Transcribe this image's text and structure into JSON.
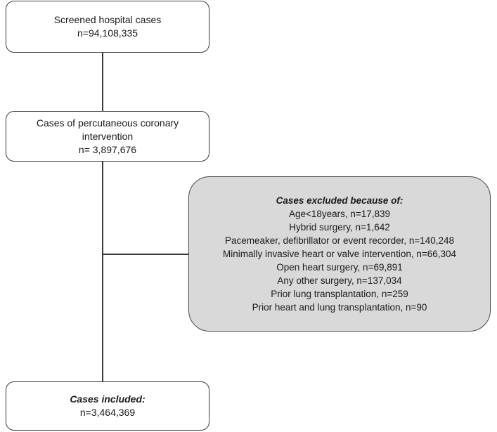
{
  "screened": {
    "title": "Screened hospital cases",
    "count": "n=94,108,335"
  },
  "pci": {
    "title_line1": "Cases of percutaneous coronary",
    "title_line2": "intervention",
    "count": "n= 3,897,676"
  },
  "excluded": {
    "heading": "Cases excluded because of:",
    "items": [
      "Age<18years, n=17,839",
      "Hybrid surgery, n=1,642",
      "Pacemeaker, defibrillator or event recorder, n=140,248",
      "Minimally invasive heart or valve intervention, n=66,304",
      "Open heart surgery, n=69,891",
      "Any other surgery, n=137,034",
      "Prior lung transplantation, n=259",
      "Prior heart and lung transplantation, n=90"
    ]
  },
  "included": {
    "heading": "Cases included:",
    "count": "n=3,464,369"
  }
}
